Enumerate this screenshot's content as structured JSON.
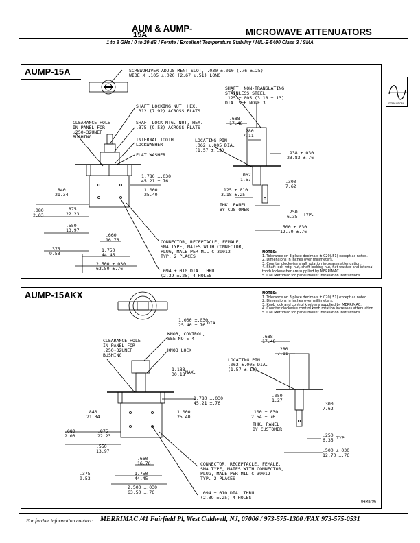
{
  "header": {
    "title_main": "AUM & AUMP-",
    "title_suffix": "15A",
    "category": "MICROWAVE ATTENUATORS",
    "tagline": "1 to 8 GHz / 0 to 20 dB / Ferrite / Excellent Temperature Stability / MIL-E-5400 Class 3 / SMA"
  },
  "panel1": {
    "title": "AUMP-15A",
    "logo_text": "ATTENUATORS",
    "callouts": {
      "screwdriver": [
        "SCREWDRIVER ADJUSTMENT SLOT, .030 ±.010 (.76 ±.25)",
        "WIDE X .105 ±.020 (2.67 ±.51) LONG"
      ],
      "shaft": [
        "SHAFT, NON-TRANSLATING",
        "STAINLESS STEEL",
        ".125 ±.005 (3.18 ±.13)",
        "DIA. SEE NOTE 3"
      ],
      "locking_nut": [
        "SHAFT LOCKING NUT, HEX.",
        ".312 (7.92) ACROSS FLATS"
      ],
      "mtg_nut": [
        "SHAFT LOCK MTG. NUT, HEX.",
        ".375 (9.53) ACROSS FLATS"
      ],
      "clearance": [
        "CLEARANCE HOLE",
        "IN PANEL FOR",
        ".250-32UNEF",
        "BUSHING"
      ],
      "lockwasher": [
        "INTERNAL TOOTH",
        "LOCKWASHER"
      ],
      "flat_washer": "FLAT WASHER",
      "locating_pin": [
        "LOCATING PIN",
        ".062 ±.005 DIA.",
        "(1.57 ±.13)"
      ],
      "panel": [
        "THK. PANEL",
        "BY CUSTOMER"
      ],
      "connector": [
        "CONNECTOR, RECEPTACLE, FEMALE,",
        "SMA TYPE, MATES WITH CONNECTOR,",
        "PLUG, MALE PER MIL-C-39012",
        "TYP. 2 PLACES"
      ],
      "holes": [
        ".094 ±.010 DIA. THRU",
        "(2.39 ±.25) 4 HOLES"
      ]
    },
    "dims": {
      "d688": [
        ".688",
        "17.48"
      ],
      "d280": [
        ".280",
        "7.11"
      ],
      "d938": [
        ".938 ±.030",
        "23.83 ±.76"
      ],
      "d062": [
        ".062",
        "1.57"
      ],
      "d300": [
        ".300",
        "7.62"
      ],
      "d125": [
        ".125 ±.010",
        "3.18 ±.25"
      ],
      "d250": [
        ".250",
        "6.35"
      ],
      "typ": "TYP.",
      "d500": [
        ".500 ±.030",
        "12.70 ±.76"
      ],
      "d1780": [
        "1.780 ±.030",
        "45.21 ±.76"
      ],
      "d1000": [
        "1.000",
        "25.40"
      ],
      "d840": [
        ".840",
        "21.34"
      ],
      "d080": [
        ".080",
        "2.03"
      ],
      "d875": [
        ".875",
        "22.23"
      ],
      "d550": [
        ".550",
        "13.97"
      ],
      "d660": [
        ".660",
        "16.76"
      ],
      "d375": [
        ".375",
        "9.53"
      ],
      "d1750": [
        "1.750",
        "44.45"
      ],
      "d2500": [
        "2.500 ±.030",
        "63.50 ±.76"
      ]
    },
    "notes_title": "NOTES:",
    "notes": [
      "1. Tolerance on 3 place decimals ±.020(.51) except as noted.",
      "2. Dimensions in inches over millimeters.",
      "3. Counter clockwise shaft rotation increases attenuation.",
      "4. Shaft lock mtg. nut, shaft locking nut, flat washer and internal",
      "    tooth lockwasher are supplied by MERRIMAC.",
      "5. Call Merrimac for panel mount installation instructions."
    ]
  },
  "panel2": {
    "title": "AUMP-15AKX",
    "notes_title": "NOTES:",
    "notes": [
      "1. Tolerance on 3 place decimals ±.020(.51) except as noted.",
      "2. Dimensions in inches over millimeters.",
      "3. Knob lock and control knob are supplied by MERRIMAC.",
      "4. Counter clockwise control knob rotation increases attenuation.",
      "5. Call Merrimac for panel mount installation instructions."
    ],
    "callouts": {
      "knob_dia": [
        "1.000 ±.030",
        "25.40 ±.76"
      ],
      "dia": "DIA.",
      "knob_control": [
        "KNOB, CONTROL,",
        "SEE NOTE 4"
      ],
      "knob_lock": "KNOB LOCK",
      "clearance": [
        "CLEARANCE HOLE",
        "IN PANEL FOR",
        ".250-32UNEF",
        "BUSHING"
      ],
      "d1188": [
        "1.188",
        "30.18"
      ],
      "max": "MAX.",
      "locating_pin": [
        "LOCATING PIN",
        ".062 ±.005 DIA.",
        "(1.57 ±.13)"
      ],
      "panel": [
        "THK. PANEL",
        "BY CUSTOMER"
      ],
      "connector": [
        "CONNECTOR, RECEPTACLE, FEMALE,",
        "SMA TYPE, MATES WITH CONNECTOR,",
        "PLUG, MALE PER MIL-C-39012",
        "TYP. 2 PLACES"
      ],
      "holes": [
        ".094 ±.010 DIA. THRU",
        "(2.39 ±.25) 4 HOLES"
      ]
    },
    "dims": {
      "d688": [
        ".688",
        "17.48"
      ],
      "d280": [
        ".280",
        "7.11"
      ],
      "d050": [
        ".050",
        "1.27"
      ],
      "d100": [
        ".100 ±.030",
        "2.54 ±.76"
      ],
      "d300": [
        ".300",
        "7.62"
      ],
      "d250": [
        ".250",
        "6.35"
      ],
      "typ": "TYP.",
      "d500": [
        ".500 ±.030",
        "12.70 ±.76"
      ],
      "d1780": [
        "1.780 ±.030",
        "45.21 ±.76"
      ],
      "d1000": [
        "1.000",
        "25.40"
      ],
      "d840": [
        ".840",
        "21.34"
      ],
      "d080": [
        ".080",
        "2.03"
      ],
      "d875": [
        ".875",
        "22.23"
      ],
      "d550": [
        ".550",
        "13.97"
      ],
      "d660": [
        ".660",
        "16.76"
      ],
      "d375": [
        ".375",
        "9.53"
      ],
      "d1750": [
        "1.750",
        "44.45"
      ],
      "d2500": [
        "2.500 ±.030",
        "63.50 ±.76"
      ]
    },
    "date": "04Mar96"
  },
  "footer": {
    "intro": "For further information contact:",
    "contact": "MERRIMAC /41 Fairfield Pl, West Caldwell, NJ, 07006 / 973-575-1300 /FAX 973-575-0531"
  }
}
